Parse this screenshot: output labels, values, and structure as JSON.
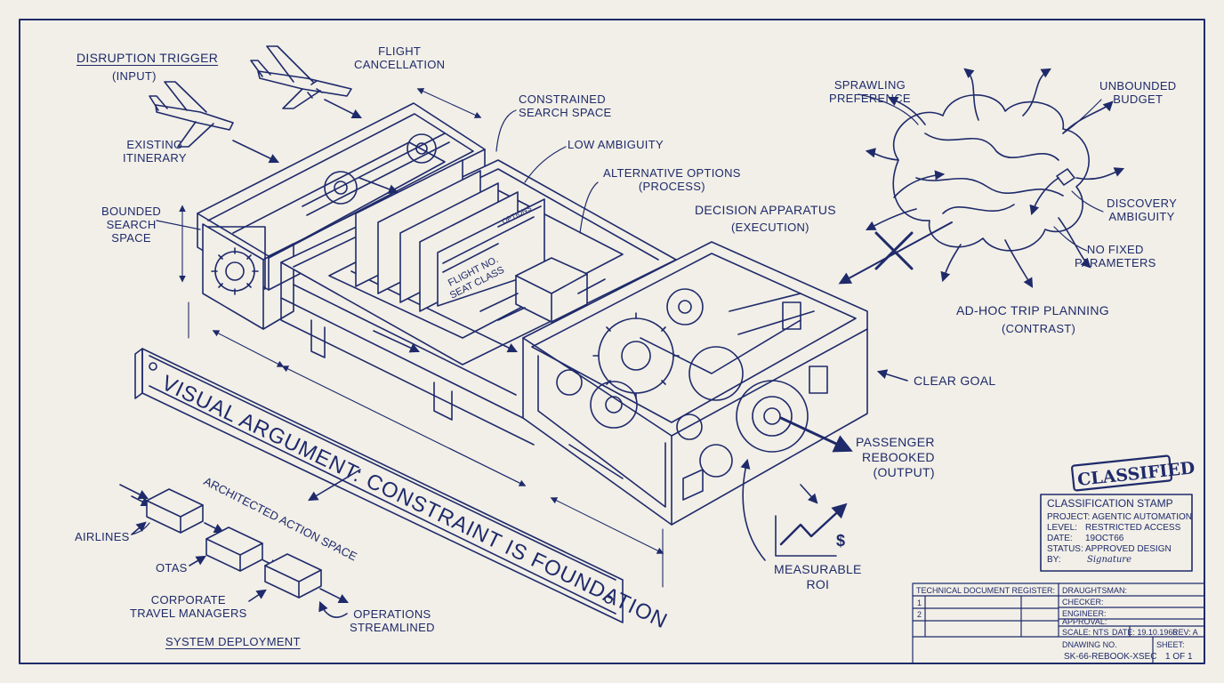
{
  "labels": {
    "disruption_trigger": "DISRUPTION TRIGGER",
    "disruption_input": "(INPUT)",
    "flight_cancellation": "FLIGHT\nCANCELLATION",
    "existing_itinerary": "EXISTING\nITINERARY",
    "bounded_search_space": "BOUNDED\nSEARCH\nSPACE",
    "constrained_search_space": "CONSTRAINED\nSEARCH SPACE",
    "low_ambiguity": "LOW AMBIGUITY",
    "alternative_options": "ALTERNATIVE OPTIONS\n(PROCESS)",
    "decision_apparatus": "DECISION APPARATUS",
    "decision_execution": "(EXECUTION)",
    "sprawling_preference": "SPRAWLING\nPREFERENCE",
    "unbounded_budget": "UNBOUNDED\nBUDGET",
    "discovery_ambiguity": "DISCOVERY\nAMBIGUITY",
    "no_fixed_parameters": "NO FIXED\nPARAMETERS",
    "adhoc_trip_planning": "AD-HOC TRIP PLANNING",
    "adhoc_contrast": "(CONTRAST)",
    "clear_goal": "CLEAR GOAL",
    "passenger_rebooked": "PASSENGER\nREBOOKED\n(OUTPUT)",
    "measurable_roi": "MEASURABLE\nROI",
    "banner": "VISUAL ARGUMENT: CONSTRAINT IS FOUNDATION",
    "architected_action_space": "ARCHITECTED ACTION SPACE",
    "airlines": "AIRLINES",
    "otas": "OTAs",
    "corporate_travel_managers": "CORPORATE\nTRAVEL MANAGERS",
    "operations_streamlined": "OPERATIONS\nSTREAMLINED",
    "system_deployment": "SYSTEM DEPLOYMENT",
    "card_flight_no": "FLIGHT NO.",
    "card_seat_class": "SEAT CLASS",
    "card_options": "OPTIONS",
    "dollar": "$"
  },
  "stamp": {
    "mark": "CLASSIFIED",
    "title": "CLASSIFICATION STAMP",
    "project": "PROJECT: AGENTIC AUTOMATION",
    "level_key": "LEVEL:",
    "level_val": "RESTRICTED ACCESS",
    "date_key": "DATE:",
    "date_val": "19OCT66",
    "status_key": "STATUS:",
    "status_val": "APPROVED DESIGN",
    "by_key": "BY:",
    "signature": "Signature"
  },
  "title_block": {
    "register": "TECHNICAL DOCUMENT REGISTER:",
    "draughtsman": "DRAUGHTSMAN:",
    "checker": "CHECKER:",
    "engineer": "ENGINEER:",
    "approval": "APPROVAL:",
    "scale": "SCALE: NTS",
    "date": "DATE: 19.10.1966",
    "rev": "REV: A",
    "drawing_no_label": "DNAWING NO.",
    "drawing_no": "SK-66-REBOOK-XSEC",
    "sheet_label": "SHEET:",
    "sheet": "1 OF 1",
    "row1_no": "1",
    "row2_no": "2"
  },
  "colors": {
    "ink": "#1f2a6b",
    "paper": "#f1efe7"
  }
}
